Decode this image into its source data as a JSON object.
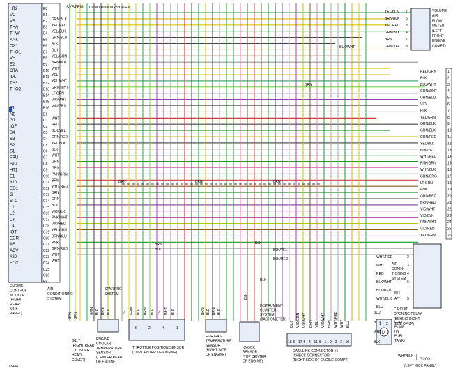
{
  "ecm": {
    "pins": [
      "HT2",
      "VC",
      "VS",
      "THA",
      "THW",
      "KNK",
      "OX1",
      "THO1",
      "VF",
      "E2",
      "OTA",
      "IDL",
      "TH3",
      "THO2",
      "",
      "",
      "E1",
      "NE",
      "G1",
      "IGF",
      "S4",
      "S3",
      "S2",
      "S1",
      "FPU",
      "STJ",
      "HT1",
      "E1",
      "#10",
      "EO1",
      "G-",
      "SP2",
      "L1",
      "L2",
      "L3",
      "L4",
      "IGT",
      "EGR",
      "AS",
      "ACV",
      "#20",
      "EO2"
    ],
    "label": [
      "ENGINE",
      "CONTROL",
      "MODULE",
      "(RIGHT",
      "REAR",
      "KICK",
      "PANEL)"
    ]
  },
  "pin_ids": [
    "E8",
    "B1",
    "B2",
    "B3",
    "B4",
    "B5",
    "B6",
    "B7",
    "B8",
    "B9",
    "B10",
    "B11",
    "B12",
    "B13",
    "B14",
    "B15",
    "B16",
    "E1",
    "C1",
    "C2",
    "C3",
    "C4",
    "C5",
    "C6",
    "C7",
    "C8",
    "C9",
    "C10",
    "C11",
    "C12",
    "C13",
    "C14",
    "C15",
    "C16",
    "C17",
    "C18",
    "C19",
    "C20",
    "C21",
    "C22",
    "C23",
    "C24",
    "C25",
    "C26",
    "E8"
  ],
  "wire_colors": [
    "",
    "GRN/BLK",
    "YEL/RED",
    "YEL/BLK",
    "GRN/BLU",
    "BLK",
    "BLK",
    "YEL/GRN",
    "BRN/BLK",
    "WHT",
    "YEL",
    "YEL/WHT",
    "GRN/WHT",
    "LT GRN",
    "VIO/WHT",
    "VIO/GRN",
    "",
    "WHT",
    "RED",
    "BLK/YEL",
    "GRN/RED",
    "YEL/BLK",
    "BLK",
    "WHT",
    "GRN",
    "GRN",
    "PNK/GRN",
    "BRN",
    "WHT/RED",
    "BRN",
    "GRN",
    "BLK",
    "VIO/BLK",
    "PNK/WHT",
    "VIO/RED",
    "YEL/GRN",
    "BRN/BLU",
    "PNK",
    "GRN/RED",
    "WHT",
    "WHT",
    ""
  ],
  "right_labels": [
    "RED/GRN",
    "BLK",
    "BLU/WHT",
    "GRN/WHT",
    "GRN/BLU",
    "VIO",
    "BLK",
    "YEL/GRN",
    "GRN/BLK",
    "GRN/BLK",
    "GRN/RED",
    "YEL/BLK",
    "BLK/YEL",
    "WHT/RED",
    "PNK/GRN",
    "WHT/BLK",
    "GRN/ORG",
    "LT GRN",
    "PNK",
    "GRN/RED",
    "BRN/RED",
    "VIO/WHT",
    "VIO/BLK",
    "PNK/WHT",
    "VIO/RED",
    "YEL/GRN"
  ],
  "right_pins": [
    "1",
    "2",
    "3",
    "4",
    "5",
    "6",
    "7",
    "8",
    "9",
    "10",
    "11",
    "12",
    "13",
    "14",
    "15",
    "16",
    "17",
    "18",
    "19",
    "20",
    "21",
    "22",
    "23",
    "24",
    "25",
    "26"
  ],
  "top_labels": [
    "SYSTEM",
    "CONDITIONING SYSTEM"
  ],
  "vaf": {
    "wires": [
      "YEL/BLK",
      "BRN/BLK",
      "YEL/RED",
      "GRN/BLK",
      "BRN",
      "GRN/YEL"
    ],
    "pins": [
      "7",
      "5",
      "8",
      "4",
      "1",
      "3"
    ],
    "label": [
      "VOLUME",
      "AIR",
      "FLOW",
      "METER",
      "(LEFT",
      "FRONT",
      "ENGINE",
      "COMPT)"
    ]
  },
  "mid_labels": {
    "blk_wht": "BLK/WHT",
    "brn1": "BRN",
    "brn2": "BRN",
    "brn3": "BRN",
    "brn4": "BRN",
    "blk1": "BLK",
    "blk_yel": "BLK/YEL",
    "blk_red": "BLK/RED",
    "blk2": "BLK",
    "brn_blk1": "BRN",
    "brn_blk2": "BLK",
    "brn_v": "BRN"
  },
  "relay": {
    "wires": [
      "WHT/RED",
      "WHT",
      "RED",
      "BLK/WHT",
      "BLK/RED",
      "WHT/BLK",
      "BLU"
    ],
    "pins": [
      "2",
      "3",
      "4",
      "6",
      "1",
      "5"
    ],
    "mt": "M/T",
    "at": "A/T",
    "label": [
      "CIRCUIT",
      "OPENING RELAY",
      "(BEHIND RIGHT",
      "SIDE OF I/P)"
    ],
    "ac": [
      "AIR",
      "CONDI-",
      "TIONING",
      "SYSTEM"
    ]
  },
  "fuel_pump": {
    "wires": [
      "BLU",
      "BLU",
      "WHT",
      "BLK"
    ],
    "label": [
      "FUEL",
      "PUMP",
      "(IN",
      "FUEL",
      "TANK)"
    ],
    "pins": [
      "1",
      "2"
    ]
  },
  "ground_g200": {
    "label": "G200",
    "wire": "WHT/BLK",
    "note": "(LEFT KICK PANEL)"
  },
  "bottom": {
    "ac_sys": [
      "AIR",
      "CONDITIONING",
      "SYSTEM"
    ],
    "starting": [
      "STARTING",
      "SYSTEM"
    ],
    "g117": [
      "G117",
      "(RIGHT REAR",
      "CYLINDER",
      "HEAD",
      "COVER)"
    ],
    "ect": [
      "ENGINE",
      "COOLANT",
      "TEMPERATURE",
      "SENSOR",
      "(CENTER REAR",
      "OF ENGINE)"
    ],
    "ect_wires": [
      "GRN",
      "BLK",
      "BRN",
      "BLK"
    ],
    "g117_wires": [
      "BRN",
      "BRN"
    ],
    "tps": [
      "THROTTLE POSITION SENSOR",
      "(TOP CENTER OF ENGINE)"
    ],
    "tps_wires": [
      "YEL",
      "GRN",
      "BLK",
      "BRN",
      "BLK",
      "YEL",
      "WHT",
      "BLK"
    ],
    "tps_pins": [
      "3",
      "2",
      "4",
      "1"
    ],
    "egr": [
      "EGR GAS",
      "TEMPERATURE",
      "SENSOR",
      "(RIGHT SIDE",
      "OF ENGINE)"
    ],
    "egr_wires": [
      "BRN",
      "BLK",
      "BRN",
      "BLK"
    ],
    "knock": [
      "KNOCK",
      "SENSOR",
      "(TOP CENTER",
      "OF ENGINE)"
    ],
    "knock_wire": "BLK",
    "cluster": [
      "INSTRUMENT",
      "CLUSTER",
      "SYSTEM",
      "(TACHOMETER)"
    ],
    "dlc": [
      "DATA LINK CONNECTOR #1",
      "(CHECK CONNECTOR)",
      "(RIGHT SIDE OF ENGINE COMPT)"
    ],
    "dlc_wires": [
      "BLK",
      "VIO/GRN",
      "VIO/WHT",
      "BRN",
      "YEL",
      "VIO/WHT",
      "BRN",
      "WHT/RED",
      "WHT",
      "BLU"
    ],
    "dlc_pins": [
      "18",
      "6",
      "17",
      "5",
      "4",
      "11",
      "8",
      "1",
      "9",
      "2",
      "3",
      "10"
    ],
    "code": "73484"
  }
}
